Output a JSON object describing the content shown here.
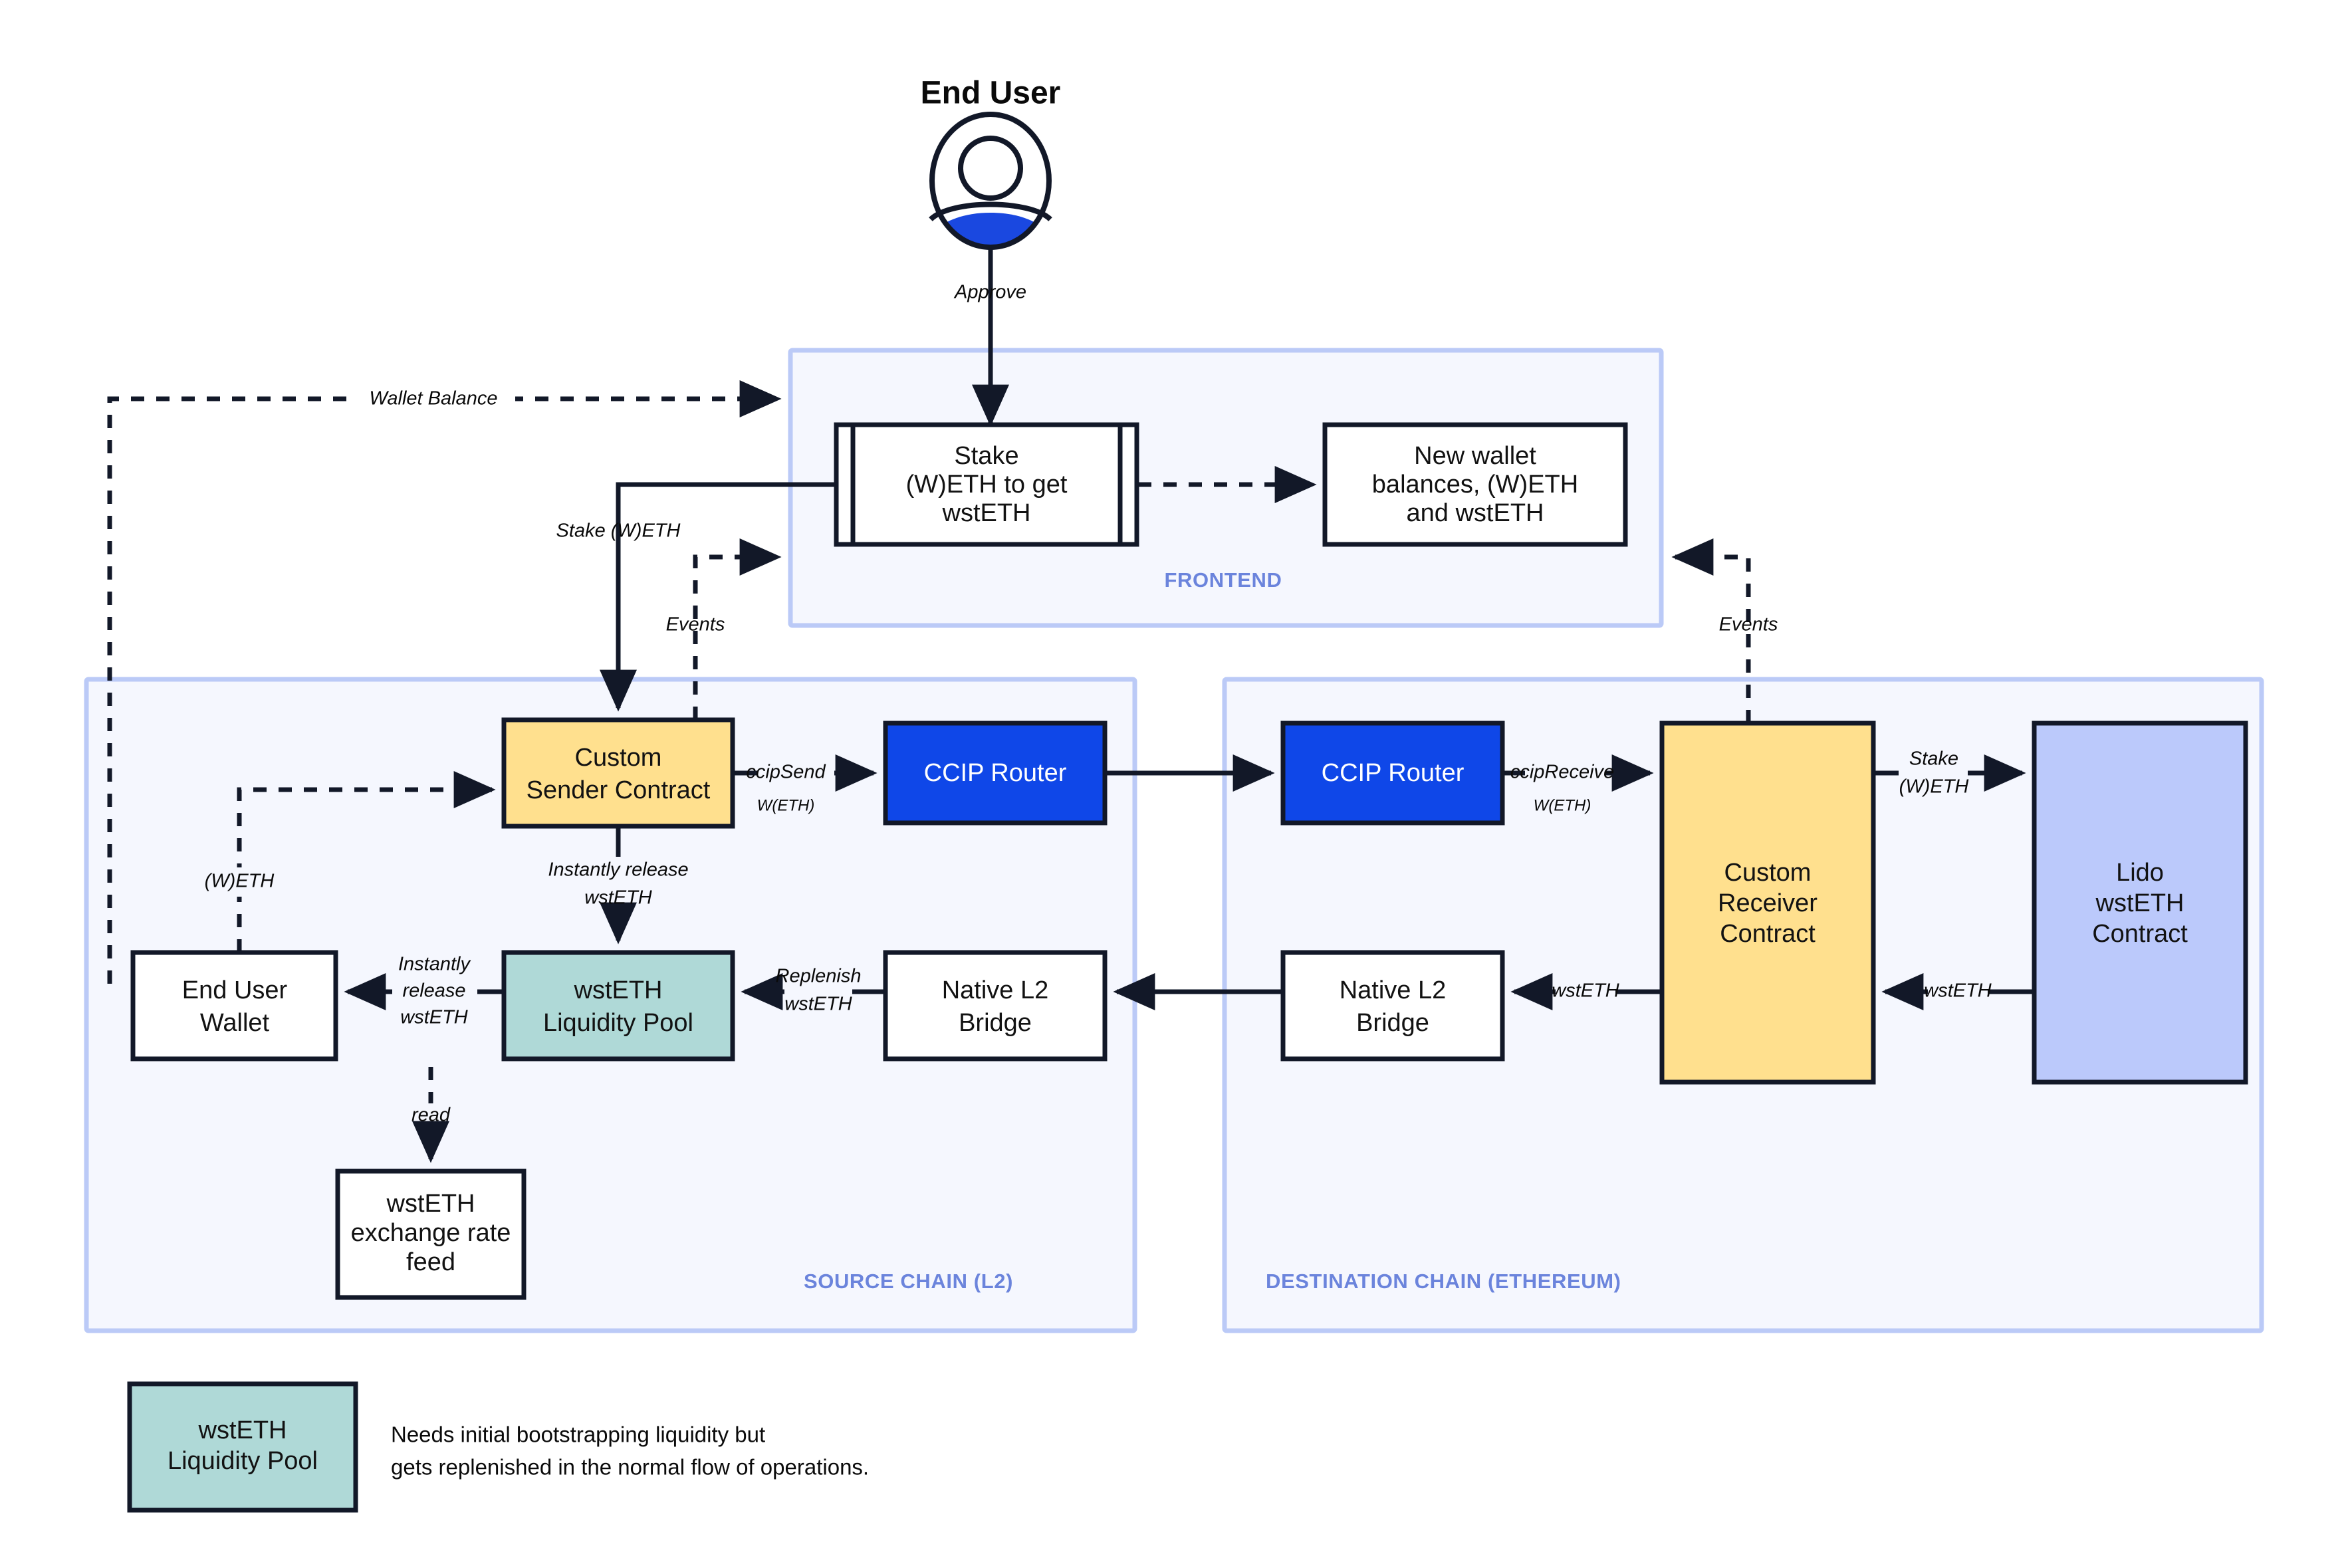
{
  "title": {
    "actor_label": "End User"
  },
  "colors": {
    "panel_bg": "#F5F7FE",
    "panel_border": "#BBCAF7",
    "panel_label": "#6B84DC",
    "node_border": "#121828",
    "accent_yellow": "#FFE08E",
    "accent_teal": "#AFD9D7",
    "accent_blue": "#0F47E8",
    "accent_lavender": "#BBC9FB",
    "white": "#FFFFFF",
    "actor_fill": "#1A48E0"
  },
  "panels": [
    {
      "id": "frontend",
      "label": "FRONTEND"
    },
    {
      "id": "source",
      "label": "SOURCE CHAIN (L2)"
    },
    {
      "id": "destination",
      "label": "DESTINATION CHAIN (ETHEREUM)"
    }
  ],
  "nodes": {
    "stake_box": {
      "lines": [
        "Stake",
        "(W)ETH to get",
        "wstETH"
      ],
      "fill": "white",
      "shape": "process"
    },
    "new_balances": {
      "lines": [
        "New wallet",
        "balances, (W)ETH",
        "and wstETH"
      ],
      "fill": "white",
      "shape": "rect"
    },
    "sender_contract": {
      "lines": [
        "Custom",
        "Sender Contract"
      ],
      "fill": "yellow",
      "shape": "rect"
    },
    "ccip_router_src": {
      "lines": [
        "CCIP Router"
      ],
      "fill": "blue",
      "shape": "rect"
    },
    "ccip_router_dst": {
      "lines": [
        "CCIP Router"
      ],
      "fill": "blue",
      "shape": "rect"
    },
    "receiver_contract": {
      "lines": [
        "Custom",
        "Receiver",
        "Contract"
      ],
      "fill": "yellow",
      "shape": "rect"
    },
    "lido_contract": {
      "lines": [
        "Lido",
        "wstETH",
        "Contract"
      ],
      "fill": "lavender",
      "shape": "rect"
    },
    "end_user_wallet": {
      "lines": [
        "End User",
        "Wallet"
      ],
      "fill": "white",
      "shape": "rect"
    },
    "liquidity_pool": {
      "lines": [
        "wstETH",
        "Liquidity Pool"
      ],
      "fill": "teal",
      "shape": "rect"
    },
    "bridge_src": {
      "lines": [
        "Native L2",
        "Bridge"
      ],
      "fill": "white",
      "shape": "rect"
    },
    "bridge_dst": {
      "lines": [
        "Native L2",
        "Bridge"
      ],
      "fill": "white",
      "shape": "rect"
    },
    "rate_feed": {
      "lines": [
        "wstETH",
        "exchange rate",
        "feed"
      ],
      "fill": "white",
      "shape": "rect"
    }
  },
  "edges": [
    {
      "id": "approve",
      "label": "Approve",
      "style": "solid"
    },
    {
      "id": "wallet_balance",
      "label": "Wallet Balance",
      "style": "dashed"
    },
    {
      "id": "stake_weth",
      "label": "Stake (W)ETH",
      "style": "solid"
    },
    {
      "id": "events_left",
      "label": "Events",
      "style": "dashed"
    },
    {
      "id": "events_right",
      "label": "Events",
      "style": "dashed"
    },
    {
      "id": "stake_to_balances",
      "label": "",
      "style": "dashed"
    },
    {
      "id": "ccipsend",
      "label": "ccipSend",
      "sublabel": "W(ETH)",
      "style": "solid"
    },
    {
      "id": "ccip_cross",
      "label": "",
      "style": "solid"
    },
    {
      "id": "ccipreceive",
      "label": "ccipReceive",
      "sublabel": "W(ETH)",
      "style": "solid"
    },
    {
      "id": "stake_weth_lido",
      "label": "Stake\n(W)ETH",
      "style": "solid"
    },
    {
      "id": "wsteth_lido_to_rcv",
      "label": "wstETH",
      "style": "solid"
    },
    {
      "id": "wsteth_rcv_to_brdg",
      "label": "wstETH",
      "style": "solid"
    },
    {
      "id": "bridge_cross",
      "label": "",
      "style": "solid"
    },
    {
      "id": "replenish",
      "label": "Replenish\nwstETH",
      "style": "solid"
    },
    {
      "id": "instant_release_1",
      "label": "Instantly release\nwstETH",
      "style": "solid"
    },
    {
      "id": "instant_release_2",
      "label": "Instantly\nrelease\nwstETH",
      "style": "solid"
    },
    {
      "id": "weth_to_sender",
      "label": "(W)ETH",
      "style": "dashed"
    },
    {
      "id": "read_rate",
      "label": "read",
      "style": "dashed"
    }
  ],
  "edge_labels": {
    "approve": "Approve",
    "wallet_balance": "Wallet Balance",
    "stake_weth": "Stake (W)ETH",
    "events_left": "Events",
    "events_right": "Events",
    "ccipsend": "ccipSend",
    "ccipsend_sub": "W(ETH)",
    "ccipreceive": "ccipReceive",
    "ccipreceive_sub": "W(ETH)",
    "stake_lido_l1": "Stake",
    "stake_lido_l2": "(W)ETH",
    "wsteth_a": "wstETH",
    "wsteth_b": "wstETH",
    "replenish_l1": "Replenish",
    "replenish_l2": "wstETH",
    "instant1_l1": "Instantly release",
    "instant1_l2": "wstETH",
    "instant2_l1": "Instantly",
    "instant2_l2": "release",
    "instant2_l3": "wstETH",
    "weth": "(W)ETH",
    "read": "read"
  },
  "legend": {
    "swatch_lines": [
      "wstETH",
      "Liquidity Pool"
    ],
    "note_lines": [
      "Needs initial bootstrapping liquidity but",
      "gets replenished in the normal flow of operations."
    ]
  }
}
